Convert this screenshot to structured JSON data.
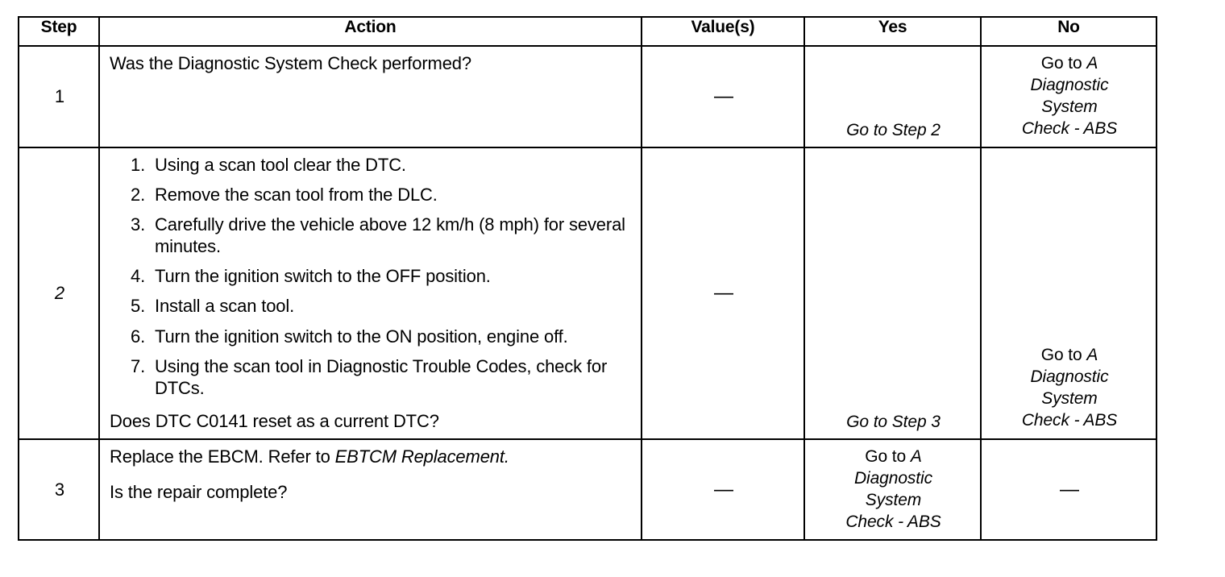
{
  "document": {
    "type": "diagnostic-procedure-table",
    "dtc_code": "C0141"
  },
  "table": {
    "headers": {
      "step": "Step",
      "action": "Action",
      "value": "Value(s)",
      "yes": "Yes",
      "no": "No"
    },
    "rows": [
      {
        "step": "1",
        "step_italic": false,
        "action": {
          "lines": [
            {
              "text": "Was the Diagnostic System Check performed?",
              "italic_tail": ""
            }
          ],
          "numbered_items": [],
          "trailing_question": ""
        },
        "value": "—",
        "yes": {
          "kind": "goto-step",
          "text": "Go to Step 2",
          "align": "bottom"
        },
        "no": {
          "kind": "reference",
          "prefix": "Go to ",
          "ref_lines": [
            "A",
            "Diagnostic",
            "System",
            "Check - ABS"
          ],
          "align": "top"
        }
      },
      {
        "step": "2",
        "step_italic": true,
        "action": {
          "lines": [],
          "numbered_items": [
            {
              "num": "1.",
              "text": "Using a scan tool clear the DTC."
            },
            {
              "num": "2.",
              "text": "Remove the scan tool from the DLC."
            },
            {
              "num": "3.",
              "text": "Carefully drive the vehicle above 12 km/h (8 mph) for several minutes."
            },
            {
              "num": "4.",
              "text": "Turn the ignition switch to the OFF position."
            },
            {
              "num": "5.",
              "text": "Install a scan tool."
            },
            {
              "num": "6.",
              "text": "Turn the ignition switch to the ON position, engine off."
            },
            {
              "num": "7.",
              "text": "Using the scan tool in Diagnostic Trouble Codes, check for DTCs."
            }
          ],
          "trailing_question": "Does DTC C0141 reset as a current DTC?"
        },
        "value": "—",
        "yes": {
          "kind": "goto-step",
          "text": "Go to Step 3",
          "align": "bottom"
        },
        "no": {
          "kind": "reference",
          "prefix": "Go to ",
          "ref_lines": [
            "A",
            "Diagnostic",
            "System",
            "Check - ABS"
          ],
          "align": "bottom"
        }
      },
      {
        "step": "3",
        "step_italic": false,
        "action": {
          "lines": [
            {
              "text": "Replace the EBCM. Refer to ",
              "italic_tail": "EBTCM Replacement."
            },
            {
              "text": "Is the repair complete?",
              "italic_tail": ""
            }
          ],
          "numbered_items": [],
          "trailing_question": ""
        },
        "value": "—",
        "yes": {
          "kind": "reference",
          "prefix": "Go to ",
          "ref_lines": [
            "A",
            "Diagnostic",
            "System",
            "Check - ABS"
          ],
          "align": "center"
        },
        "no": {
          "kind": "dash",
          "text": "—",
          "align": "center"
        }
      }
    ]
  },
  "colors": {
    "background": "#ffffff",
    "border": "#000000",
    "text": "#000000"
  }
}
